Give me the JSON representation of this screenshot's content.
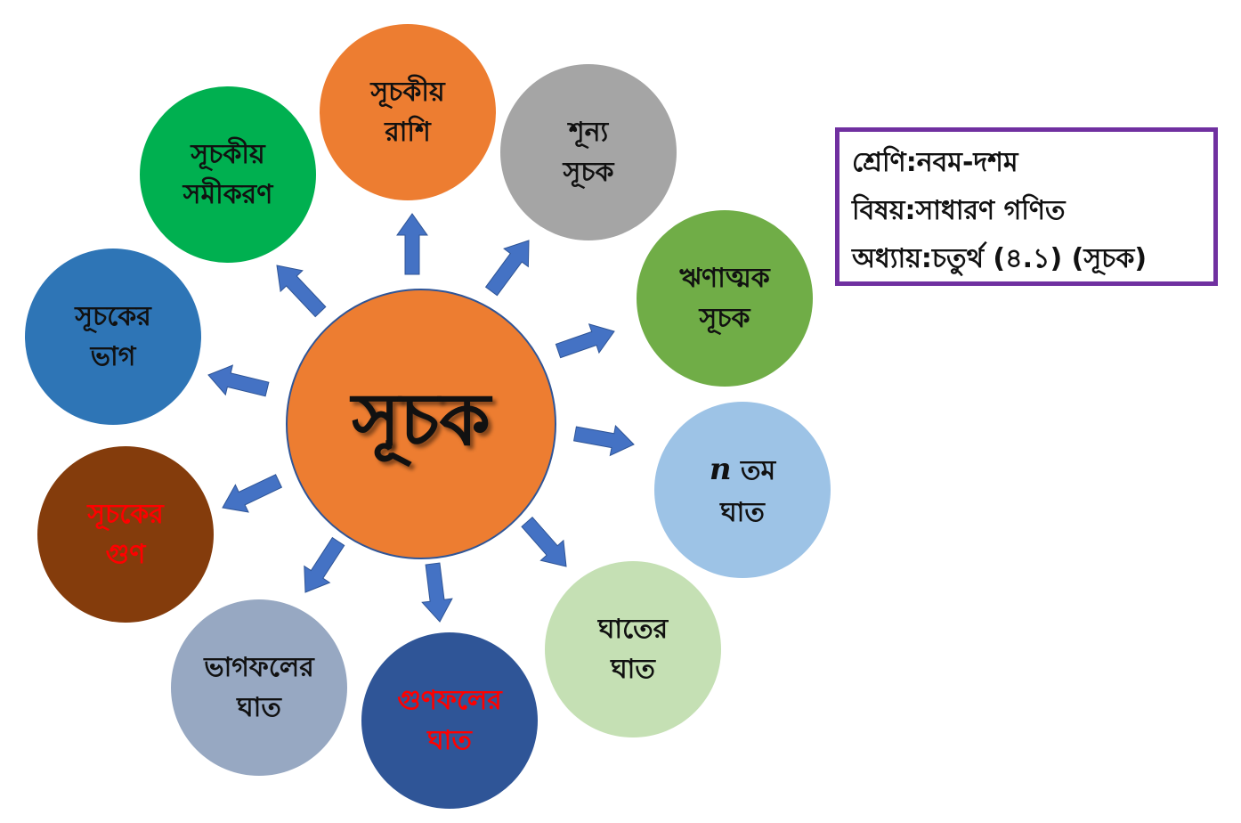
{
  "center": {
    "label": "সূচক",
    "color": "#ed7d31"
  },
  "nodes": [
    {
      "line1": "সূচকীয়",
      "line2": "রাশি",
      "fill": "#ed7d31",
      "text_color": "#111111"
    },
    {
      "line1": "শূন্য",
      "line2": "সূচক",
      "fill": "#a5a5a5",
      "text_color": "#111111"
    },
    {
      "line1": "ঋণাত্মক",
      "line2": "সূচক",
      "fill": "#70ad47",
      "text_color": "#111111"
    },
    {
      "var": "n",
      "line1": "তম",
      "line2": "ঘাত",
      "fill": "#9dc3e6",
      "text_color": "#111111"
    },
    {
      "line1": "ঘাতের",
      "line2": "ঘাত",
      "fill": "#c5e0b4",
      "text_color": "#111111"
    },
    {
      "line1": "গুণফলের",
      "line2": "ঘাত",
      "fill": "#2f5597",
      "text_color": "#ff0000"
    },
    {
      "line1": "ভাগফলের",
      "line2": "ঘাত",
      "fill": "#97a8c2",
      "text_color": "#111111"
    },
    {
      "line1": "সূচকের",
      "line2": "গুণ",
      "fill": "#843c0c",
      "text_color": "#ff0000"
    },
    {
      "line1": "সূচকের",
      "line2": "ভাগ",
      "fill": "#2e75b6",
      "text_color": "#111111"
    },
    {
      "line1": "সূচকীয়",
      "line2": "সমীকরণ",
      "fill": "#00b050",
      "text_color": "#111111"
    }
  ],
  "info": {
    "line1": "শ্রেণি:নবম-দশম",
    "line2": "বিষয়:সাধারণ গণিত",
    "line3": "অধ্যায়:চতুর্থ (৪.১) (সূচক)"
  },
  "arrow_color": "#4472c4"
}
